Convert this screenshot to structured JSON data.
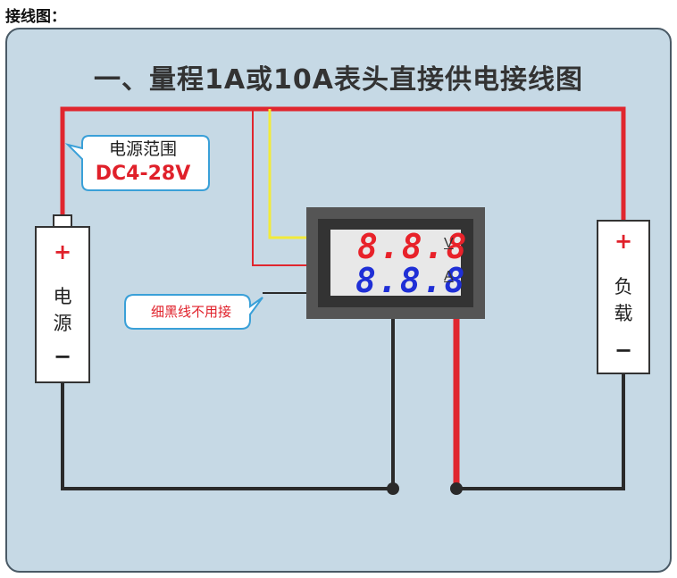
{
  "page_heading": "接线图：",
  "diagram": {
    "title": "一、量程1A或10A表头直接供电接线图",
    "power_source": {
      "label_line1": "电",
      "label_line2": "源",
      "plus": "+",
      "minus": "−"
    },
    "load": {
      "label_line1": "负",
      "label_line2": "载",
      "plus": "+",
      "minus": "−"
    },
    "range_callout": {
      "line1": "电源范围",
      "line2": "DC4-28V"
    },
    "note_callout": "细黑线不用接",
    "meter": {
      "voltage_reading": "8.8.8",
      "voltage_unit": "V",
      "current_reading": "8.8.8",
      "current_unit": "A"
    },
    "colors": {
      "red_wire": "#e0262e",
      "yellow_wire": "#f2ea3a",
      "black_wire": "#2a2a2a",
      "panel_bg": "#c6d9e5",
      "voltage_digits": "#e8222a",
      "current_digits": "#1f2fd6"
    }
  }
}
